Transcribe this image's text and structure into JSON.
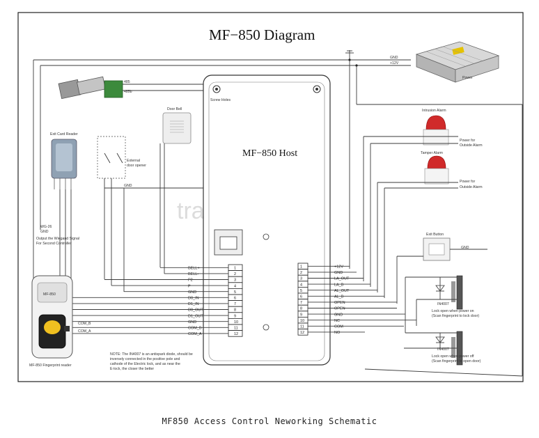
{
  "title": "MF−850 Diagram",
  "host_label": "MF−850 Host",
  "watermark": "trade.china.cn",
  "caption": "MF850 Access Control Neworking Schematic",
  "power_supply": {
    "label": "Power",
    "gnd": "GND",
    "plus12v": "+12V"
  },
  "converter": {
    "label_485": "485",
    "label_485b": "485b"
  },
  "card_reader": {
    "label": "Exit Card Reader"
  },
  "door_bell": {
    "label": "Door Bell"
  },
  "exit_button_note": {
    "line1": "External",
    "line2": "door opener"
  },
  "gnd_label": "GND",
  "wiegand_note": {
    "line1": "WG-26",
    "line2": "GND",
    "line3": "Output the Wiegand Signal",
    "line4": "For Second Controller"
  },
  "fingerprint": {
    "label": "MF-850 Fingerprint reader",
    "screen_label": "MF-850"
  },
  "host_top_left_label": "Screw Holes",
  "left_terminal": {
    "numbers": [
      "1",
      "2",
      "3",
      "4",
      "5",
      "6",
      "7",
      "8",
      "9",
      "10",
      "11",
      "12"
    ],
    "labels": [
      "BELL+",
      "BELL-",
      "P2",
      "P",
      "GND",
      "D0_IN",
      "D1_IN",
      "D0_OUT",
      "D1_OUT",
      "GND",
      "COM_B",
      "COM_A"
    ]
  },
  "right_terminal": {
    "numbers": [
      "1",
      "2",
      "3",
      "4",
      "5",
      "6",
      "7",
      "8",
      "9",
      "10",
      "11",
      "12"
    ],
    "labels": [
      "+12V",
      "GND",
      "LA_OUT",
      "LA_B",
      "AL_OUT",
      "AL_B",
      "OPEN",
      "OPEN",
      "GND",
      "NC",
      "COM",
      "NO"
    ]
  },
  "com_labels": [
    "COM_B",
    "COM_A"
  ],
  "alarms": [
    {
      "label": "Intrusion Alarm",
      "line1": "Power for",
      "line2": "Outside Alarm"
    },
    {
      "label": "Tamper Alarm",
      "line1": "Power for",
      "line2": "Outside Alarm"
    }
  ],
  "exit_switch": {
    "label": "Exit Button",
    "gnd": "GND"
  },
  "locks": [
    {
      "label": "Lock open when power on",
      "sub": "(Scan fingerprint to lock door)"
    },
    {
      "label": "Lock open when power off",
      "sub": "(Scan fingerprint to open door)"
    }
  ],
  "lock_diodes": [
    "IN4007",
    "IN4007"
  ],
  "note": {
    "line1": "NOTE: The IN4007 is an antispark diode, should be",
    "line2": "inversely connected in the positive pole and",
    "line3": "cathode of the Electric lock, and as near the",
    "line4": "E-lock, the closer the better"
  }
}
